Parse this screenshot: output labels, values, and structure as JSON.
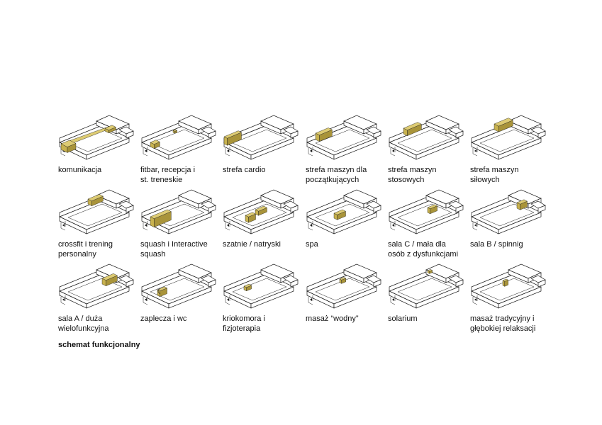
{
  "colors": {
    "highlight": "#c8b24f",
    "highlight_top": "#ddcb73",
    "highlight_side": "#a9943a",
    "outline": "#1a1a1a",
    "background": "#ffffff"
  },
  "items": [
    {
      "label": "komunikacja"
    },
    {
      "label": "fitbar, recepcja i\nst. treneskie"
    },
    {
      "label": "strefa cardio"
    },
    {
      "label": "strefa maszyn dla\npoczątkujących"
    },
    {
      "label": "strefa maszyn\nstosowych"
    },
    {
      "label": "strefa maszyn\nsiłowych"
    },
    {
      "label": "crossfit i trening\npersonalny"
    },
    {
      "label": "squash i Interactive\nsquash"
    },
    {
      "label": "szatnie / natryski"
    },
    {
      "label": "spa"
    },
    {
      "label": "sala C / mała dla\n osób z dysfunkcjami"
    },
    {
      "label": "sala B / spinnig"
    },
    {
      "label": "sala A / duża\nwielofunkcyjna"
    },
    {
      "label": "zaplecza  i wc"
    },
    {
      "label": "kriokomora  i\nfizjoterapia"
    },
    {
      "label": "masaż “wodny”"
    },
    {
      "label": "solarium"
    },
    {
      "label": "masaż tradycyjny i\ngłębokiej relaksacji"
    }
  ],
  "footer": {
    "title": "schemat funkcjonalny"
  }
}
